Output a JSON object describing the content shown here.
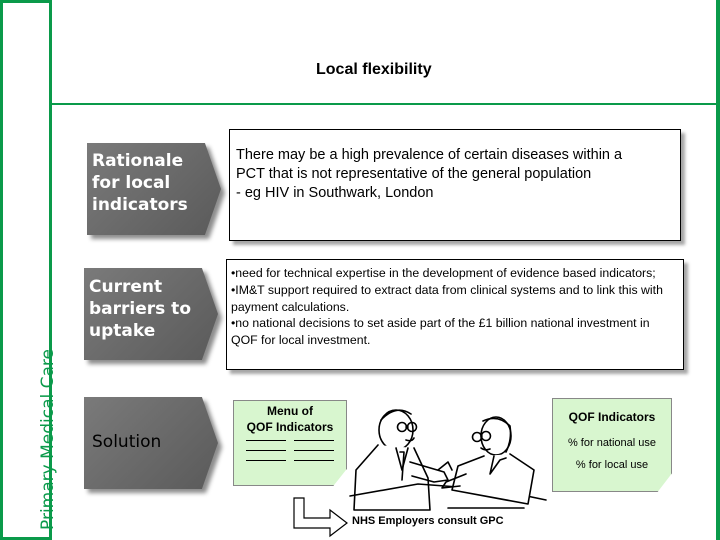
{
  "sidebar": {
    "title": "Primary Medical Care"
  },
  "header": {
    "title": "Local flexibility"
  },
  "rows": {
    "rationale": {
      "label_lines": [
        "Rationale",
        "for local",
        "indicators"
      ],
      "text_lines": [
        "There may be a high prevalence of certain diseases within a",
        "PCT that is not representative of the general population",
        "- eg HIV in Southwark, London"
      ]
    },
    "barriers": {
      "label_lines": [
        "Current",
        "barriers to",
        "uptake"
      ],
      "bullets": [
        "•need for technical expertise in the development of evidence based indicators;",
        "•IM&T support required to extract data from clinical systems and to link this with payment calculations.",
        "•no national decisions to set aside part of the £1 billion national investment in QOF for local investment."
      ]
    },
    "solution": {
      "label": "Solution",
      "menu_note": {
        "title_lines": [
          "Menu of",
          "QOF Indicators"
        ]
      },
      "qof_note": {
        "title": "QOF Indicators",
        "national": "% for national use",
        "local": "% for local use"
      },
      "consult_text": "NHS Employers consult GPC"
    }
  },
  "colors": {
    "accent": "#0a9a4a",
    "arrow": "#6a6a6a",
    "note_fill": "#d8f6cf"
  },
  "icons": [
    "doctors-meeting-illustration",
    "bent-arrow-icon"
  ]
}
